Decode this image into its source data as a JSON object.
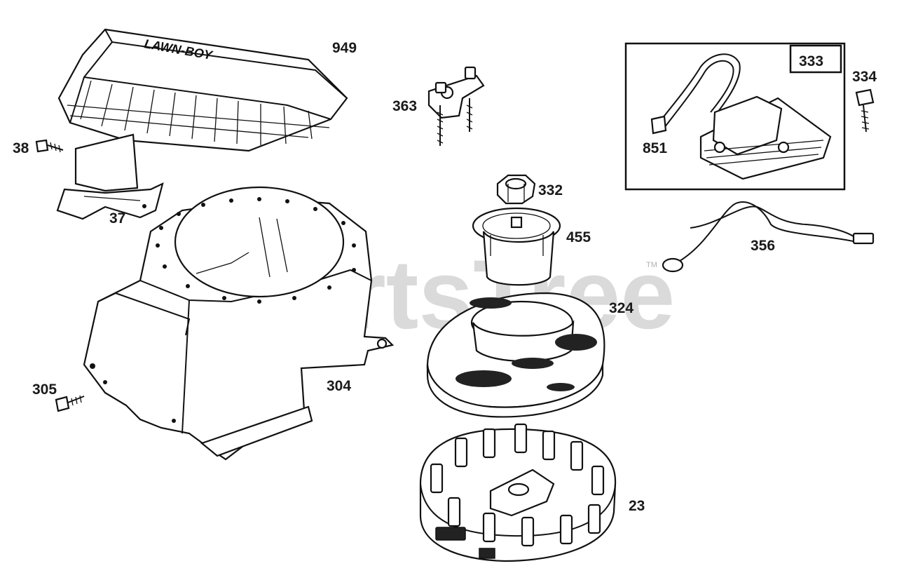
{
  "watermark": {
    "text": "PartsTree",
    "trademark": "TM"
  },
  "diagram": {
    "engraving": "LAWN-BOY",
    "callout_box_label": "333",
    "labels": [
      {
        "id": "949",
        "text": "949"
      },
      {
        "id": "363",
        "text": "363"
      },
      {
        "id": "333",
        "text": "333"
      },
      {
        "id": "334",
        "text": "334"
      },
      {
        "id": "851",
        "text": "851"
      },
      {
        "id": "38",
        "text": "38"
      },
      {
        "id": "37",
        "text": "37"
      },
      {
        "id": "332",
        "text": "332"
      },
      {
        "id": "455",
        "text": "455"
      },
      {
        "id": "356",
        "text": "356"
      },
      {
        "id": "324",
        "text": "324"
      },
      {
        "id": "305",
        "text": "305"
      },
      {
        "id": "304",
        "text": "304"
      },
      {
        "id": "23",
        "text": "23"
      }
    ]
  }
}
